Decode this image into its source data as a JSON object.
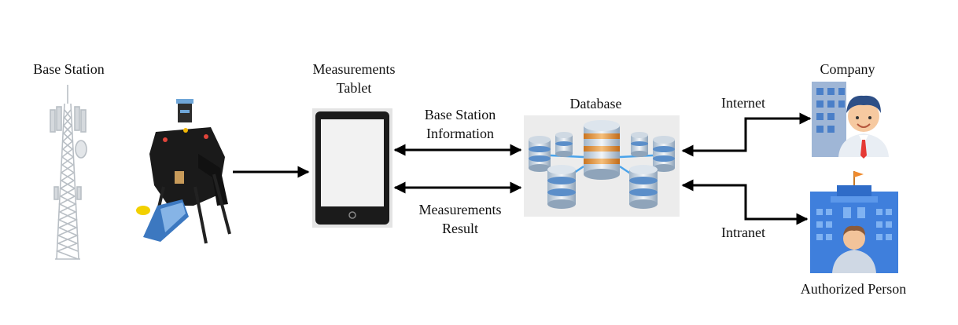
{
  "labels": {
    "base_station": "Base Station",
    "tablet_line1": "Measurements",
    "tablet_line2": "Tablet",
    "database": "Database",
    "company": "Company",
    "internet": "Internet",
    "intranet": "Intranet",
    "authorized_person": "Authorized Person",
    "bs_info_line1": "Base Station",
    "bs_info_line2": "Information",
    "meas_result_line1": "Measurements",
    "meas_result_line2": "Result"
  },
  "colors": {
    "arrow": "#000000",
    "tower": "#b9bfc5",
    "tablet_frame": "#1b1b1b",
    "tablet_screen": "#f2f2f2",
    "db_blue": "#5b8ec9",
    "db_orange": "#e08a2c",
    "building_blue": "#3f7fdc",
    "company_bg": "#dfe7f1"
  },
  "icons": [
    "cell-tower-icon",
    "robot-icon",
    "tablet-icon",
    "database-cluster-icon",
    "company-person-icon",
    "government-building-icon"
  ]
}
